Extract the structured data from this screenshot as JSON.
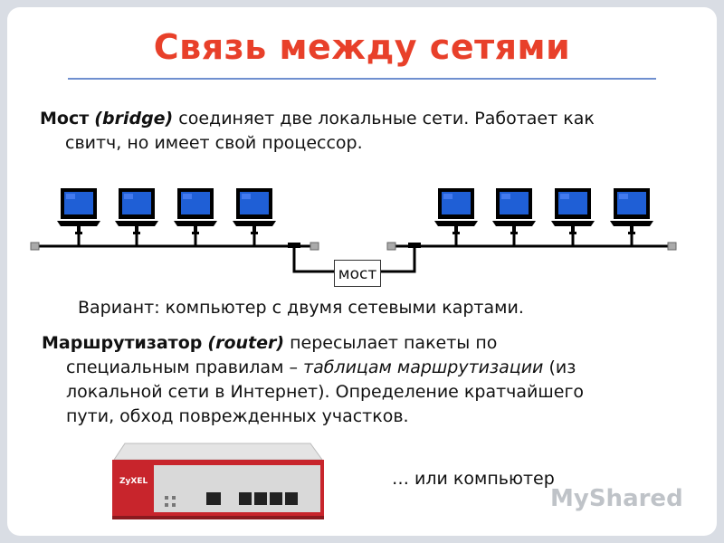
{
  "title": "Связь между сетями",
  "bridge_para": {
    "term": "Мост",
    "term_en": "(bridge)",
    "line1_rest": "соединяет две локальные сети. Работает как",
    "line2": "свитч, но имеет свой процессор."
  },
  "bridge_label": "мост",
  "variant": "Вариант: компьютер с двумя сетевыми картами.",
  "router_para": {
    "term": "Маршрутизатор",
    "term_en": "(router)",
    "line1_rest": "пересылает пакеты по",
    "line2_a": "специальным правилам –",
    "line2_italic": "таблицам маршрутизации",
    "line2_b": "(из",
    "line3": "локальной сети в Интернет). Определение кратчайшего",
    "line4": "пути, обход поврежденных участков."
  },
  "or_computer": "… или компьютер",
  "router_brand": "ZyXEL",
  "watermark": {
    "prefix": "My",
    "suffix": "Shared"
  },
  "colors": {
    "title": "#e8402a",
    "screen": "#1f5fd6",
    "router_red": "#c8252c"
  }
}
